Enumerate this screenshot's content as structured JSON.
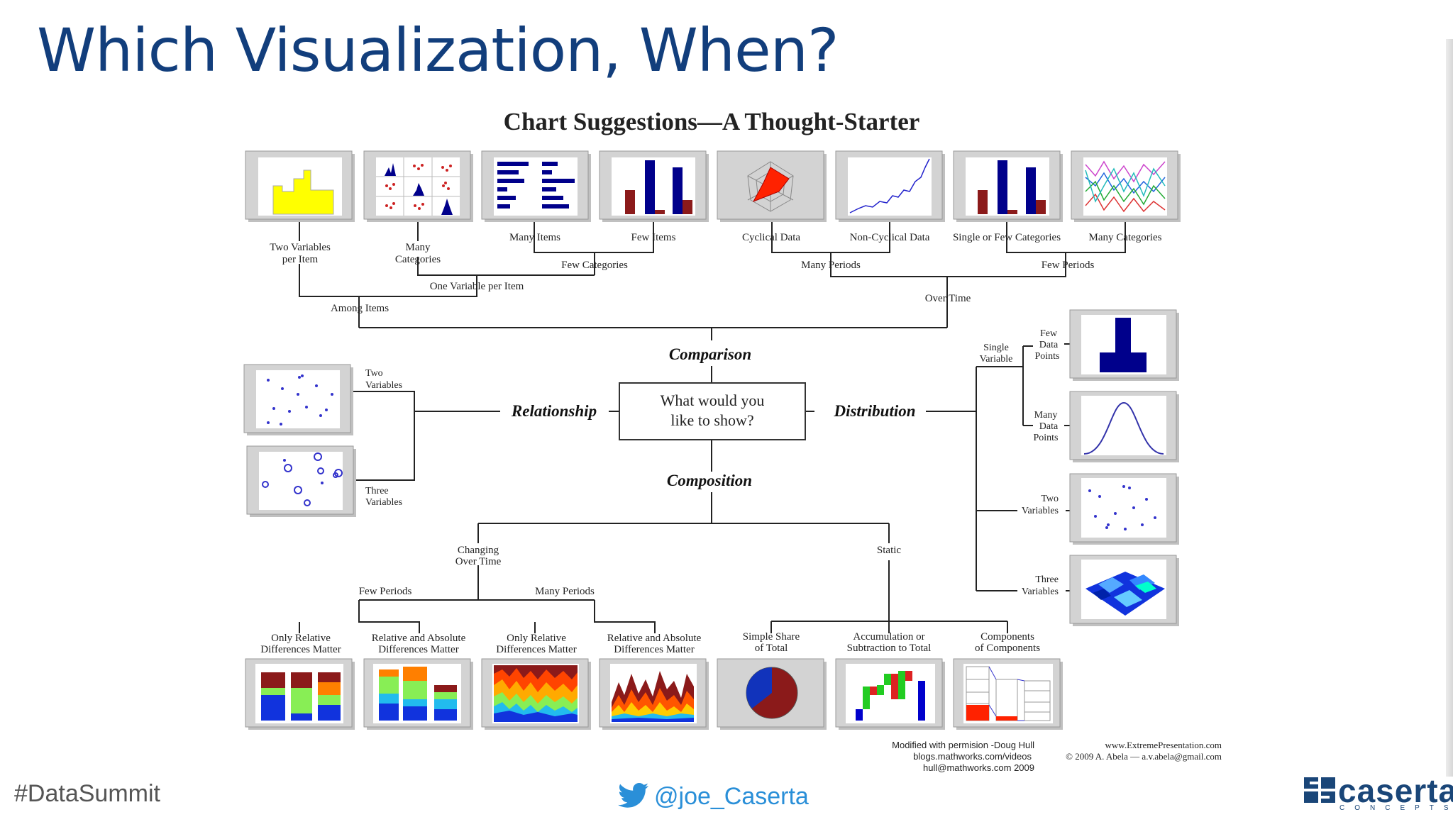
{
  "slide": {
    "title": "Which Visualization, When?",
    "hashtag": "#DataSummit",
    "twitter": "@joe_Caserta",
    "logo_word": "caserta",
    "logo_sub": "CONCEPTS"
  },
  "chart": {
    "title": "Chart Suggestions—A Thought-Starter",
    "center_line1": "What would you",
    "center_line2": "like to show?",
    "categories": {
      "comparison": "Comparison",
      "relationship": "Relationship",
      "distribution": "Distribution",
      "composition": "Composition"
    },
    "labels": {
      "two_vars_per_item_1": "Two Variables",
      "two_vars_per_item_2": "per Item",
      "many_categories_1": "Many",
      "many_categories_2": "Categories",
      "many_items": "Many Items",
      "few_items": "Few Items",
      "cyclical": "Cyclical Data",
      "non_cyclical": "Non-Cyclical Data",
      "single_few_cats": "Single or Few Categories",
      "many_cats": "Many Categories",
      "few_categories": "Few Categories",
      "many_periods_top": "Many Periods",
      "few_periods_top": "Few Periods",
      "one_var_per_item": "One Variable per Item",
      "among_items": "Among Items",
      "over_time": "Over Time",
      "two_variables_1": "Two",
      "two_variables_2": "Variables",
      "three_variables_1": "Three",
      "three_variables_2": "Variables",
      "single_variable_1": "Single",
      "single_variable_2": "Variable",
      "few_data_points_1": "Few",
      "few_data_points_2": "Data",
      "few_data_points_3": "Points",
      "many_data_points_1": "Many",
      "many_data_points_2": "Data",
      "many_data_points_3": "Points",
      "two_vars_dist_1": "Two",
      "two_vars_dist_2": "Variables",
      "three_vars_dist_1": "Three",
      "three_vars_dist_2": "Variables",
      "changing_1": "Changing",
      "changing_2": "Over Time",
      "static": "Static",
      "few_periods_bottom": "Few Periods",
      "many_periods_bottom": "Many Periods",
      "only_rel_1": "Only Relative",
      "only_rel_2": "Differences Matter",
      "rel_abs_1": "Relative and Absolute",
      "rel_abs_2": "Differences Matter",
      "simple_share_1": "Simple Share",
      "simple_share_2": "of Total",
      "accum_1": "Accumulation or",
      "accum_2": "Subtraction to Total",
      "components_1": "Components",
      "components_2": "of Components"
    },
    "credits": {
      "line1": "Modified with permision -Doug Hull",
      "line2": "blogs.mathworks.com/videos",
      "line3": "hull@mathworks.com 2009",
      "right1": "www.ExtremePresentation.com",
      "right2": "© 2009  A. Abela — a.v.abela@gmail.com"
    }
  },
  "colors": {
    "title": "#123e7c",
    "navy": "#00008b",
    "darkred": "#8b1a1a",
    "yellow": "#ffff00",
    "panel": "#d3d3d3"
  },
  "icons": {
    "twitter": "twitter-bird-icon",
    "logo": "caserta-logo-icon"
  }
}
